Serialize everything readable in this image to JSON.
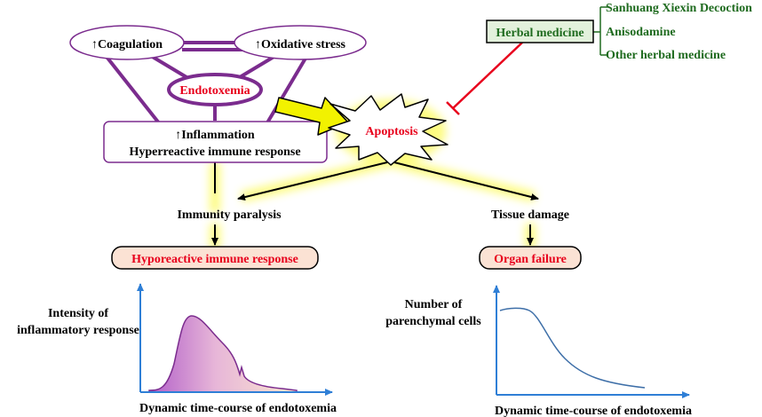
{
  "nodes": {
    "coagulation": "↑Coagulation",
    "oxidative_stress": "↑Oxidative stress",
    "endotoxemia": "Endotoxemia",
    "inflammation_line1": "↑Inflammation",
    "inflammation_line2": "Hyperreactive immune response",
    "apoptosis": "Apoptosis",
    "herbal_medicine": "Herbal medicine",
    "immunity_paralysis": "Immunity paralysis",
    "tissue_damage": "Tissue damage",
    "hyporeactive": "Hyporeactive immune response",
    "organ_failure": "Organ failure"
  },
  "herbal_list": [
    "Sanhuang Xiexin Decoction",
    "Anisodamine",
    "Other herbal medicine"
  ],
  "plots": {
    "left": {
      "ylabel_line1": "Intensity of",
      "ylabel_line2": "inflammatory response",
      "xlabel": "Dynamic time-course of endotoxemia"
    },
    "right": {
      "ylabel_line1": "Number of",
      "ylabel_line2": "parenchymal cells",
      "xlabel": "Dynamic time-course of endotoxemia"
    }
  },
  "colors": {
    "purple": "#7b2c8e",
    "red": "#e8001c",
    "green": "#1f6b1f",
    "highlight": "#fdfb9a",
    "arrow_yellow": "#f2f200",
    "pill_fill": "#fbe2d4",
    "herbal_fill": "#e3f1dc",
    "axis_blue": "#2f7fd6",
    "curve_blue": "#3e6fa8"
  }
}
